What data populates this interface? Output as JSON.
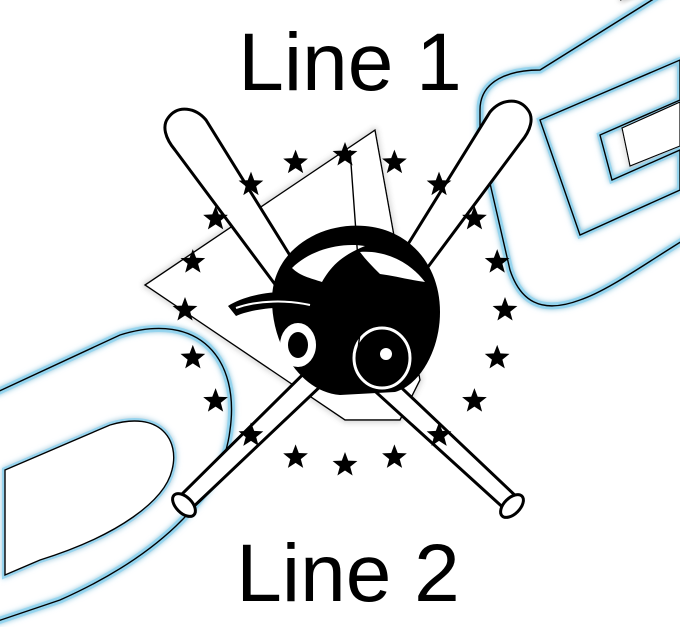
{
  "text": {
    "line1": "Line 1",
    "line2": "Line 2"
  },
  "colors": {
    "ink": "#000000",
    "paper": "#ffffff",
    "watermark_glow": "#8fd3f0"
  },
  "icons": {
    "emblem": "baseball-bats-helmet-emblem",
    "watermark": "watermark-letters"
  },
  "stars": {
    "count": 20
  }
}
